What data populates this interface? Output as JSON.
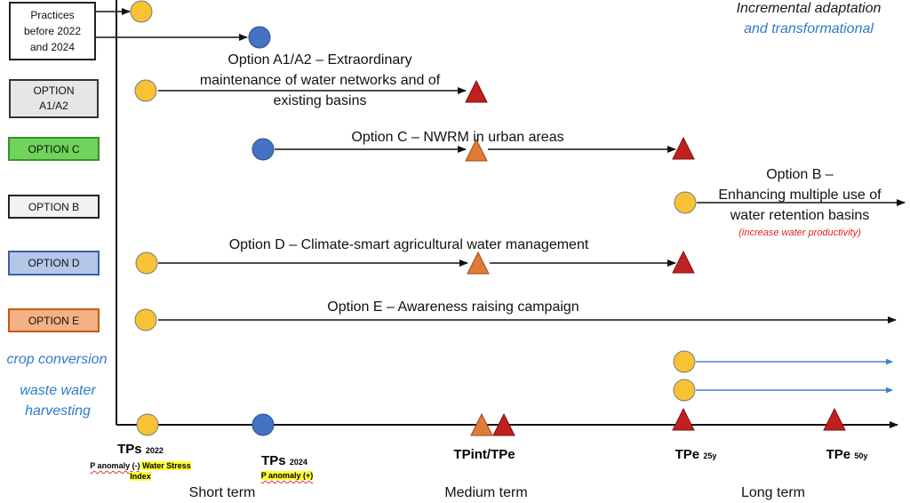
{
  "title": {
    "line1": "Incremental adaptation",
    "line2": "and transformational",
    "line1_color": "#1a1a1a",
    "line2_color": "#2f7bc8"
  },
  "legend": {
    "practices": {
      "line1": "Practices",
      "line2": "before 2022",
      "line3": "and 2024"
    },
    "option_a": {
      "line1": "OPTION",
      "line2": "A1/A2",
      "fill": "#e6e6e6",
      "border": "#333333"
    },
    "option_c": {
      "label": "OPTION C",
      "fill": "#70d35a",
      "border": "#3f8f2e"
    },
    "option_b": {
      "label": "OPTION B",
      "fill": "#f2f2f2",
      "border": "#222222"
    },
    "option_d": {
      "label": "OPTION D",
      "fill": "#b4c7e7",
      "border": "#3b5fa6"
    },
    "option_e": {
      "label": "OPTION E",
      "fill": "#f4b183",
      "border": "#c55a11"
    }
  },
  "options": {
    "a": {
      "line1": "Option A1/A2 – Extraordinary",
      "line2": "maintenance of water networks and of",
      "line3": "existing basins"
    },
    "c": {
      "label": "Option C  – NWRM in urban areas"
    },
    "b": {
      "line1": "Option B –",
      "line2": "Enhancing multiple use of",
      "line3": "water retention basins",
      "note": "(increase water productivity)"
    },
    "d": {
      "label": "Option D – Climate-smart agricultural water management"
    },
    "e": {
      "label": "Option E – Awareness raising campaign"
    }
  },
  "side_labels": {
    "crop": "crop conversion",
    "waste1": "waste water",
    "waste2": "harvesting"
  },
  "axis": {
    "tps2022": {
      "main": "TPs",
      "sub": "2022",
      "note_strike": "P anomaly (-)",
      "note_rest": " Water Stress",
      "note_line2": "Index"
    },
    "tps2024": {
      "main": "TPs",
      "sub": "2024",
      "note": "P anomaly (+)"
    },
    "tpint": {
      "label": "TPint/TPe"
    },
    "tpe25": {
      "main": "TPe",
      "sub": "25y"
    },
    "tpe50": {
      "main": "TPe",
      "sub": "50y"
    },
    "short": "Short term",
    "medium": "Medium term",
    "long": "Long term"
  },
  "colors": {
    "yellow": "#f7c234",
    "blue_dot": "#4472c4",
    "red_tri": "#c0201e",
    "orange_tri": "#e07b39",
    "arrow_blue": "#4a7fcf"
  }
}
